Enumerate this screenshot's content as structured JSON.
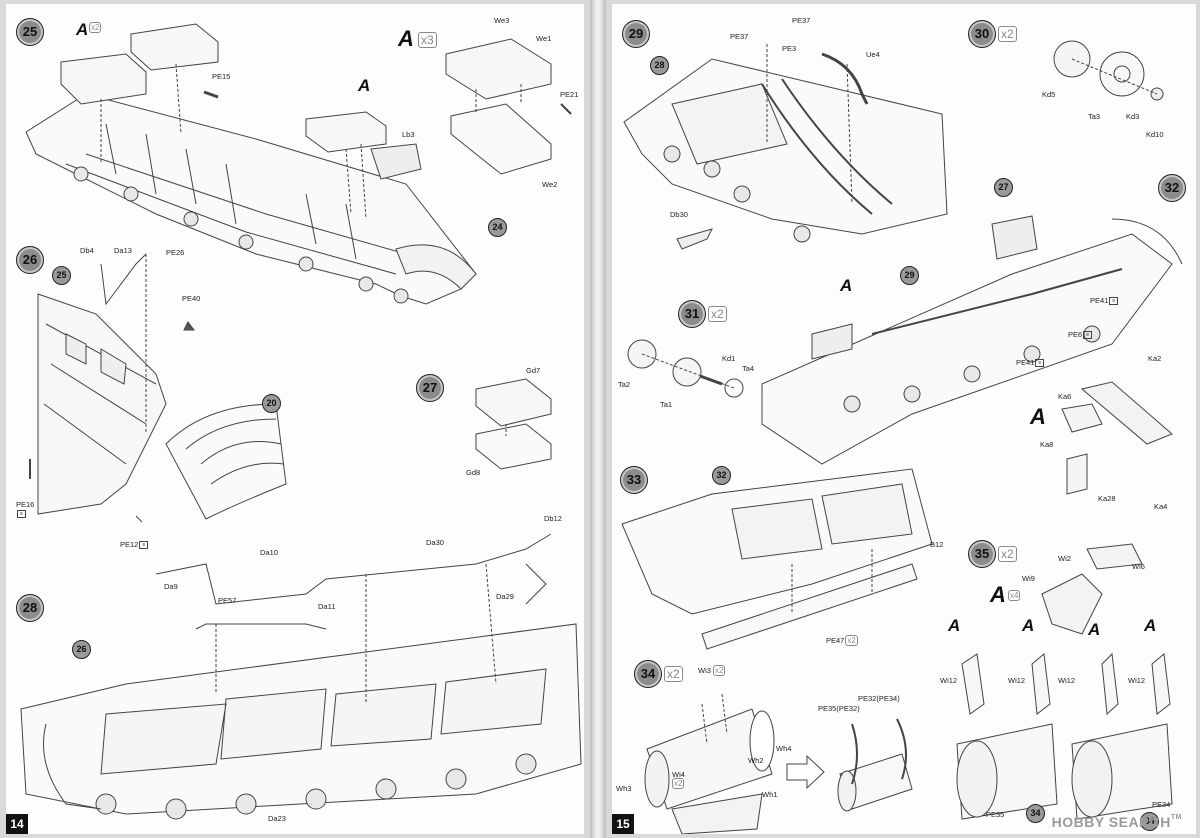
{
  "left_page": {
    "page_number": "14",
    "steps": [
      {
        "number": "25",
        "refs": [],
        "big_a": [
          {
            "letter": "A",
            "mult": "x2"
          },
          {
            "letter": "A",
            "mult": "x3"
          },
          {
            "letter": "A",
            "mult": ""
          }
        ],
        "parts": [
          "PE15",
          "Lb3",
          "We3",
          "We1",
          "PE21",
          "We2"
        ]
      },
      {
        "number": "26",
        "refs": [
          "25",
          "20"
        ],
        "parts": [
          "Db4",
          "Da13",
          "PE26",
          "PE40",
          "PE16",
          "PE12"
        ]
      },
      {
        "number": "27",
        "parts": [
          "Gd7",
          "Gd8"
        ]
      },
      {
        "number": "28",
        "refs": [
          "26"
        ],
        "parts": [
          "Db12",
          "Da30",
          "Da10",
          "Da9",
          "PE57",
          "Da11",
          "Da29",
          "Da23"
        ]
      }
    ],
    "ref_24": "24"
  },
  "right_page": {
    "page_number": "15",
    "steps": [
      {
        "number": "29",
        "refs": [
          "28"
        ],
        "parts": [
          "PE37",
          "PE37",
          "PE3",
          "Ue4",
          "Db30"
        ]
      },
      {
        "number": "30",
        "mult": "x2",
        "parts": [
          "Kd5",
          "Ta3",
          "Kd3",
          "Kd10"
        ]
      },
      {
        "number": "31",
        "mult": "x2",
        "parts": [
          "Kd1",
          "Ta4",
          "Ta2",
          "Ta1"
        ]
      },
      {
        "number": "32",
        "refs": [
          "27",
          "29"
        ],
        "big_a": "A",
        "parts": [
          "PE41",
          "PE6",
          "PE41",
          "Ka2",
          "Ka6",
          "Ka8",
          "Ka28",
          "Ka4"
        ],
        "kit_a": "A"
      },
      {
        "number": "33",
        "refs": [
          "32"
        ],
        "parts": [
          "B12",
          "PE47"
        ],
        "pe47_mult": "x2"
      },
      {
        "number": "34",
        "mult": "x2",
        "parts": [
          "Wi3",
          "Wh4",
          "Wh2",
          "Wh3",
          "Wi4",
          "Wh1",
          "PE35(PE32)",
          "PE32(PE34)"
        ],
        "wi3_mult": "x2",
        "wi4_mult": "x2"
      },
      {
        "number": "35",
        "mult": "x2",
        "big_a": {
          "letter": "A",
          "mult": "x4"
        },
        "parts": [
          "Wi2",
          "Wi6",
          "Wi9",
          "Wi12",
          "Wi12",
          "Wi12",
          "Wi12",
          "PE35",
          "PE34"
        ],
        "refs": [
          "34",
          "34"
        ],
        "a_labels": [
          "A",
          "A",
          "A",
          "A"
        ]
      }
    ]
  },
  "watermark": {
    "text": "HOBBY SEARCH",
    "trademark": "TM"
  }
}
